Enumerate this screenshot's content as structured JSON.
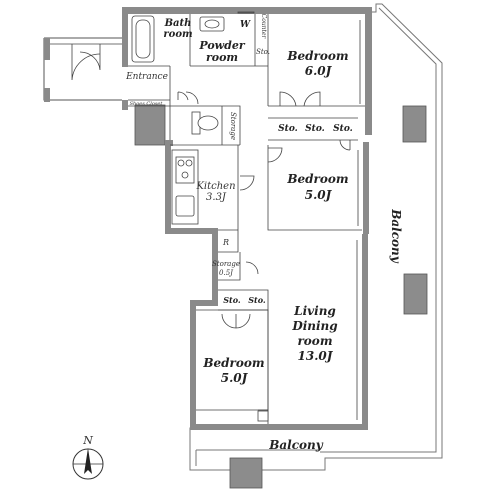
{
  "rooms": {
    "bath": [
      "Bath",
      "room"
    ],
    "powder": [
      "Powder",
      "room"
    ],
    "w": "W",
    "counter": "Counter",
    "sto_small": "Sto.",
    "bedroom1": [
      "Bedroom",
      "6.0J"
    ],
    "entrance": "Entrance",
    "shoes_closet": "Shoes Closet",
    "storage_vertical": "Storage",
    "sto1": "Sto.",
    "sto2": "Sto.",
    "sto3": "Sto.",
    "kitchen": [
      "Kitchen",
      "3.3J"
    ],
    "bedroom2": [
      "Bedroom",
      "5.0J"
    ],
    "r": "R",
    "storage2": [
      "Storage",
      "0.5J"
    ],
    "sto4": "Sto.",
    "sto5": "Sto.",
    "living": [
      "Living",
      "Dining",
      "room",
      "13.0J"
    ],
    "bedroom3": [
      "Bedroom",
      "5.0J"
    ],
    "balcony_east": "Balcony",
    "balcony_south": "Balcony"
  },
  "compass": {
    "label": "N"
  }
}
